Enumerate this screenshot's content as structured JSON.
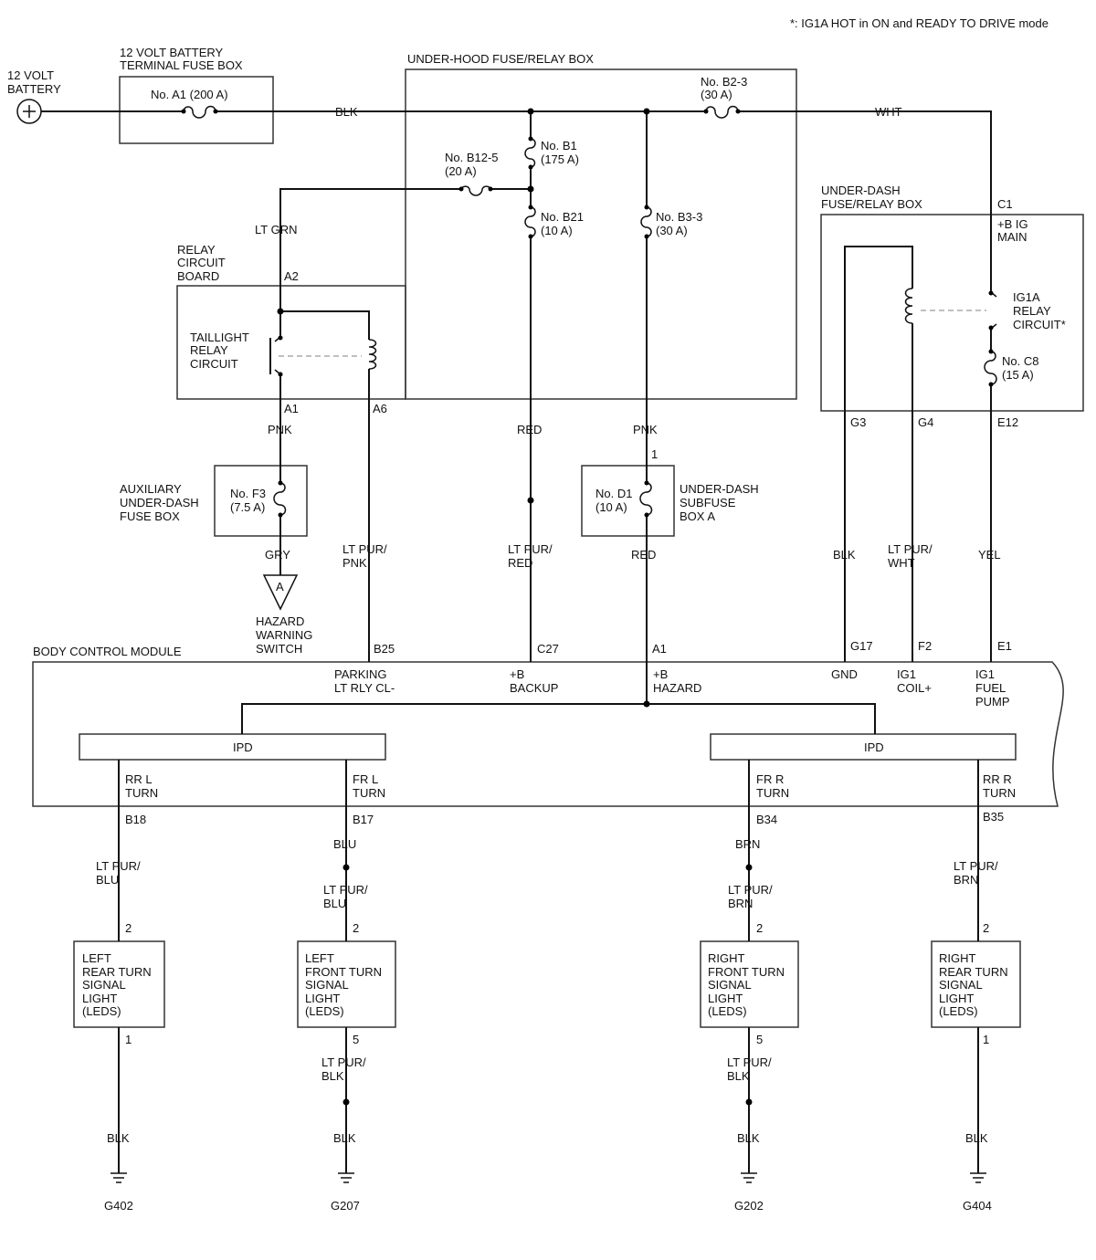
{
  "note": "*: IG1A HOT in ON and READY TO DRIVE mode",
  "battery": [
    "12 VOLT",
    "BATTERY"
  ],
  "terminal_fuse_box": {
    "title": [
      "12 VOLT BATTERY",
      "TERMINAL FUSE BOX"
    ],
    "fuse": "No. A1 (200 A)"
  },
  "under_hood": {
    "title": "UNDER-HOOD FUSE/RELAY BOX",
    "fuse_b2_3": [
      "No. B2-3",
      "(30 A)"
    ],
    "fuse_b1": [
      "No. B1",
      "(175 A)"
    ],
    "fuse_b12_5": [
      "No. B12-5",
      "(20 A)"
    ],
    "fuse_b21": [
      "No. B21",
      "(10 A)"
    ],
    "fuse_b3_3": [
      "No. B3-3",
      "(30 A)"
    ]
  },
  "relay_board": {
    "title": [
      "RELAY",
      "CIRCUIT",
      "BOARD"
    ],
    "relay": [
      "TAILLIGHT",
      "RELAY",
      "CIRCUIT"
    ],
    "pins": {
      "a2": "A2",
      "a1": "A1",
      "a6": "A6"
    }
  },
  "under_dash": {
    "title": [
      "UNDER-DASH",
      "FUSE/RELAY BOX"
    ],
    "c1": "C1",
    "main": [
      "+B IG",
      "MAIN"
    ],
    "relay": [
      "IG1A",
      "RELAY",
      "CIRCUIT*"
    ],
    "fuse_c8": [
      "No. C8",
      "(15 A)"
    ],
    "pins": {
      "g3": "G3",
      "g4": "G4",
      "e12": "E12"
    }
  },
  "aux_fuse_box": {
    "title": [
      "AUXILIARY",
      "UNDER-DASH",
      "FUSE BOX"
    ],
    "fuse": [
      "No. F3",
      "(7.5 A)"
    ]
  },
  "subfuse_box": {
    "title": [
      "UNDER-DASH",
      "SUBFUSE",
      "BOX A"
    ],
    "fuse": [
      "No. D1",
      "(10 A)"
    ],
    "pin": "1"
  },
  "hazard": {
    "connector": "A",
    "label": [
      "HAZARD",
      "WARNING",
      "SWITCH"
    ]
  },
  "wire_colors": {
    "blk": "BLK",
    "wht": "WHT",
    "lt_grn": "LT GRN",
    "pnk_a1": "PNK",
    "red_b21": "RED",
    "pnk_b3": "PNK",
    "gry": "GRY",
    "lt_pur_pnk": [
      "LT PUR/",
      "PNK"
    ],
    "lt_pur_red": [
      "LT PUR/",
      "RED"
    ],
    "red_d1": "RED",
    "blk_g3": "BLK",
    "lt_pur_wht": [
      "LT PUR/",
      "WHT"
    ],
    "yel": "YEL"
  },
  "bcm": {
    "title": "BODY CONTROL MODULE",
    "pins": {
      "b25": "B25",
      "c27": "C27",
      "a1": "A1",
      "g17": "G17",
      "f2": "F2",
      "e1": "E1",
      "b18": "B18",
      "b17": "B17",
      "b34": "B34",
      "b35": "B35"
    },
    "terminals": {
      "parking": [
        "PARKING",
        "LT RLY CL-"
      ],
      "backup": [
        "+B",
        "BACKUP"
      ],
      "hazard": [
        "+B",
        "HAZARD"
      ],
      "gnd": "GND",
      "ig1_coil": [
        "IG1",
        "COIL+"
      ],
      "ig1_fuel": [
        "IG1",
        "FUEL",
        "PUMP"
      ],
      "rr_l": [
        "RR L",
        "TURN"
      ],
      "fr_l": [
        "FR L",
        "TURN"
      ],
      "fr_r": [
        "FR R",
        "TURN"
      ],
      "rr_r": [
        "RR R",
        "TURN"
      ]
    },
    "ipd_left": "IPD",
    "ipd_right": "IPD"
  },
  "lights": {
    "left_rear": {
      "name": [
        "LEFT",
        "REAR TURN",
        "SIGNAL",
        "LIGHT",
        "(LEDS)"
      ],
      "pin_in": "2",
      "pin_out": "1",
      "wire_in": [
        "LT PUR/",
        "BLU"
      ],
      "wire_out": "BLK",
      "ground": "G402"
    },
    "left_front": {
      "name": [
        "LEFT",
        "FRONT TURN",
        "SIGNAL",
        "LIGHT",
        "(LEDS)"
      ],
      "pin_in": "2",
      "pin_out": "5",
      "wire_top": "BLU",
      "wire_in": [
        "LT PUR/",
        "BLU"
      ],
      "wire_out": [
        "LT PUR/",
        "BLK"
      ],
      "wire_ground": "BLK",
      "ground": "G207"
    },
    "right_front": {
      "name": [
        "RIGHT",
        "FRONT TURN",
        "SIGNAL",
        "LIGHT",
        "(LEDS)"
      ],
      "pin_in": "2",
      "pin_out": "5",
      "wire_top": "BRN",
      "wire_in": [
        "LT PUR/",
        "BRN"
      ],
      "wire_out": [
        "LT PUR/",
        "BLK"
      ],
      "wire_ground": "BLK",
      "ground": "G202"
    },
    "right_rear": {
      "name": [
        "RIGHT",
        "REAR TURN",
        "SIGNAL",
        "LIGHT",
        "(LEDS)"
      ],
      "pin_in": "2",
      "pin_out": "1",
      "wire_in": [
        "LT PUR/",
        "BRN"
      ],
      "wire_out": "BLK",
      "ground": "G404"
    }
  }
}
